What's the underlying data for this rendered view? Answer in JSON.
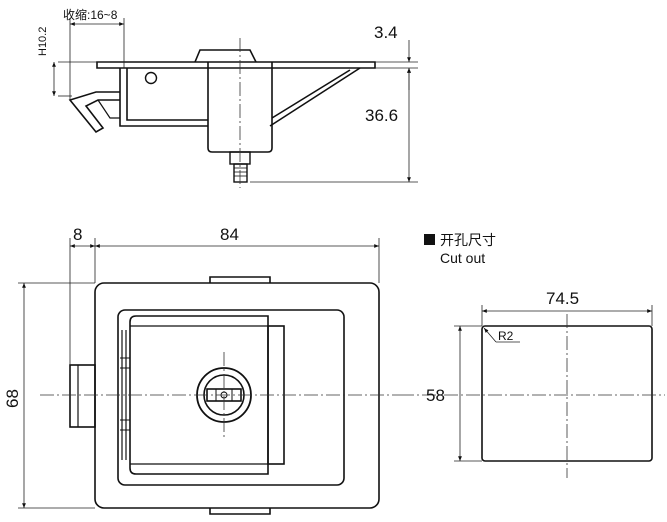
{
  "top_view": {
    "h_label": "H10.2",
    "retract_label": "收缩:16~8",
    "dim_thickness": "3.4",
    "dim_height": "36.6"
  },
  "front_view": {
    "dim_left": "8",
    "dim_width": "84",
    "dim_height": "68"
  },
  "cutout": {
    "title_cn": "开孔尺寸",
    "title_en": "Cut out",
    "dim_width": "74.5",
    "dim_height": "58",
    "radius": "R2"
  }
}
